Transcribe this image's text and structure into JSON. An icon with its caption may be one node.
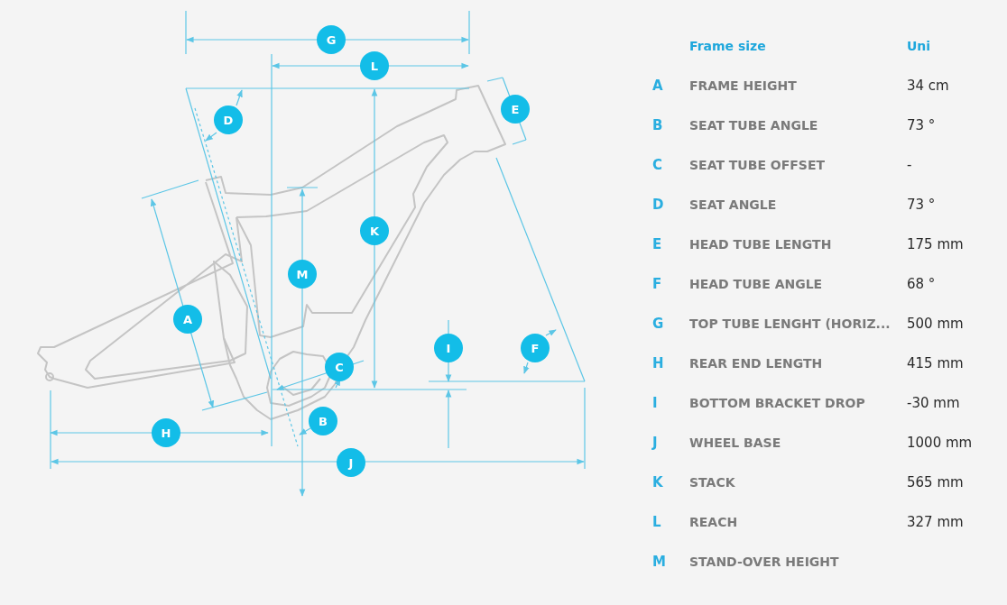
{
  "diagram": {
    "labels": [
      "G",
      "L",
      "E",
      "D",
      "K",
      "M",
      "A",
      "I",
      "F",
      "C",
      "B",
      "H",
      "J",
      "Frame size",
      "Uni",
      "A",
      "FRAME HEIGHT",
      "34 cm",
      "B",
      "SEAT TUBE ANGLE",
      "73 °",
      "C",
      "SEAT TUBE OFFSET",
      "-",
      "D",
      "SEAT ANGLE",
      "73 °",
      "E",
      "HEAD TUBE LENGTH",
      "175 mm",
      "F",
      "HEAD TUBE ANGLE",
      "68 °",
      "G",
      "TOP TUBE LENGHT (HORIZ...",
      "500 mm",
      "H",
      "REAR END LENGTH",
      "415 mm",
      "I",
      "BOTTOM BRACKET DROP",
      "-30 mm",
      "J",
      "WHEEL BASE",
      "1000 mm",
      "K",
      "STACK",
      "565 mm",
      "L",
      "REACH",
      "327 mm",
      "M",
      "STAND-OVER HEIGHT"
    ]
  }
}
